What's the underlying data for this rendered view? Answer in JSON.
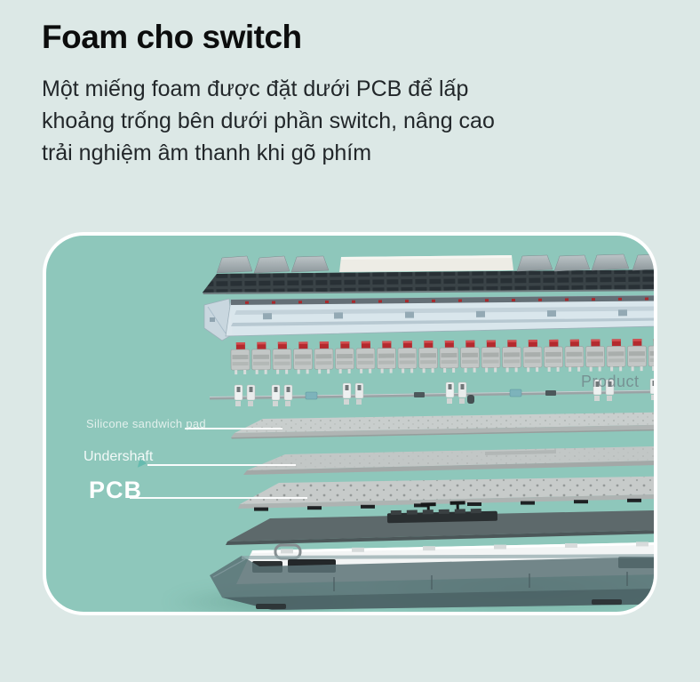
{
  "page": {
    "title": "Foam cho switch",
    "description_lines": [
      "Một miếng foam được đặt dưới PCB để lấp",
      "khoảng trống bên dưới phần switch, nâng cao",
      "trải nghiệm âm thanh khi gõ phím"
    ]
  },
  "diagram": {
    "watermark": "Product",
    "labels": {
      "silicone": "Silicone sandwich pad",
      "undershaft": "Undershaft",
      "pcb": "PCB"
    }
  },
  "icons": {
    "undershaft_pointer": "cursor-icon"
  },
  "colors": {
    "page_bg": "#dce8e6",
    "card_bg": "#8ec7bb",
    "card_border": "#ffffff",
    "title_color": "#0c0d0d",
    "body_color": "#22272a",
    "label_white": "#ffffff",
    "pointer_teal": "#5fb8ad",
    "watermark_gray": "#6e7e84",
    "switch_stem_red": "#b42a2e"
  }
}
